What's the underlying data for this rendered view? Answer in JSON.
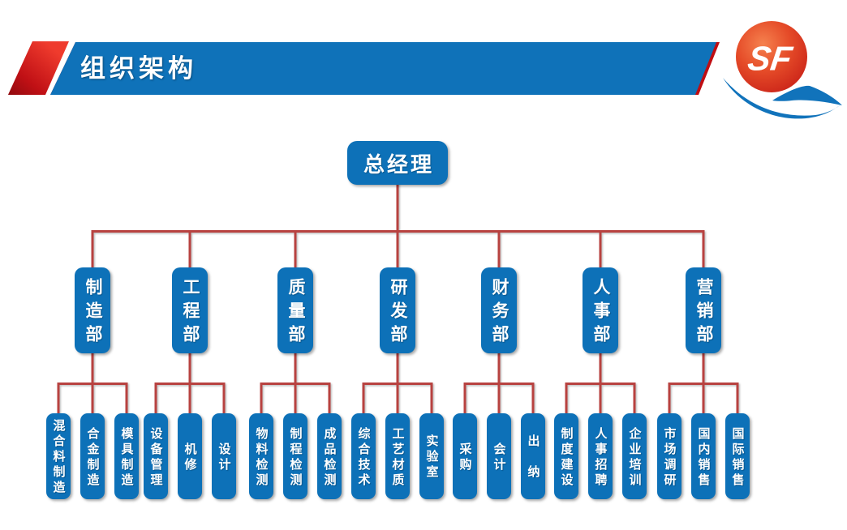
{
  "header": {
    "title": "组织架构",
    "logo_text": "SF"
  },
  "colors": {
    "node_blue": "#0d71b8",
    "header_band_blue": "#0f72b9",
    "header_accent_red": "#c00d12",
    "connector_red": "#b8433f",
    "logo_red": "#d92b1e",
    "logo_swoosh_blue": "#1173bb"
  },
  "tree": {
    "root": "总经理",
    "departments": [
      {
        "name": "制造部",
        "children": [
          "混合料制造",
          "合金制造",
          "模具制造"
        ]
      },
      {
        "name": "工程部",
        "children": [
          "设备管理",
          "机修",
          "设计"
        ]
      },
      {
        "name": "质量部",
        "children": [
          "物料检测",
          "制程检测",
          "成品检测"
        ]
      },
      {
        "name": "研发部",
        "children": [
          "综合技术",
          "工艺材质",
          "实验室"
        ]
      },
      {
        "name": "财务部",
        "children": [
          "采购",
          "会计",
          "出　纳"
        ]
      },
      {
        "name": "人事部",
        "children": [
          "制度建设",
          "人事招聘",
          "企业培训"
        ]
      },
      {
        "name": "营销部",
        "children": [
          "市场调研",
          "国内销售",
          "国际销售"
        ]
      }
    ]
  }
}
